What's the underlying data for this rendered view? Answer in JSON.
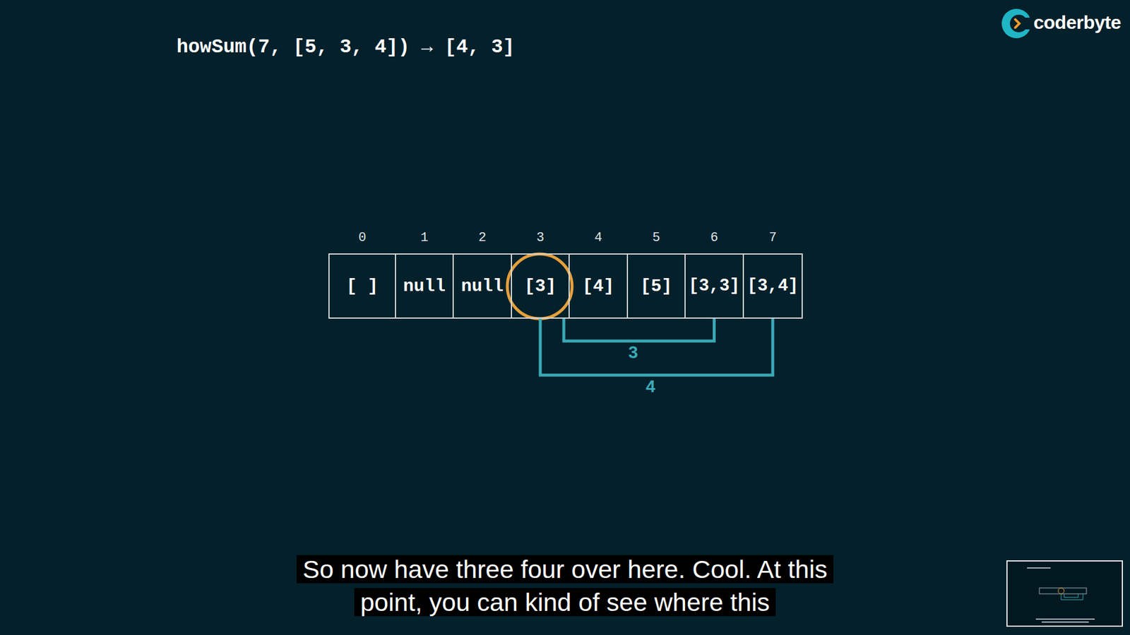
{
  "diagram": {
    "title": "howSum(7, [5, 3, 4]) → [4, 3]",
    "caption": "So now have three four over here. Cool. At this point, you can kind of see where this",
    "nodes": [
      {
        "text": [
          "0",
          "[ ]"
        ]
      },
      {
        "text": [
          "1",
          "null"
        ]
      },
      {
        "text": [
          "2",
          "null"
        ]
      },
      {
        "text": [
          "3",
          "[3]"
        ]
      },
      {
        "text": [
          "4",
          "[4]"
        ]
      },
      {
        "text": [
          "5",
          "[5]"
        ]
      },
      {
        "text": [
          "6",
          "[3,3]"
        ]
      },
      {
        "text": [
          "7",
          "[3,4]"
        ]
      }
    ],
    "edges": [
      {
        "from": 3,
        "to": 6,
        "label": "3",
        "arrow": "none"
      },
      {
        "from": 3,
        "to": 7,
        "label": "4",
        "arrow": "none"
      }
    ],
    "labels": [
      "coderbyte"
    ]
  }
}
